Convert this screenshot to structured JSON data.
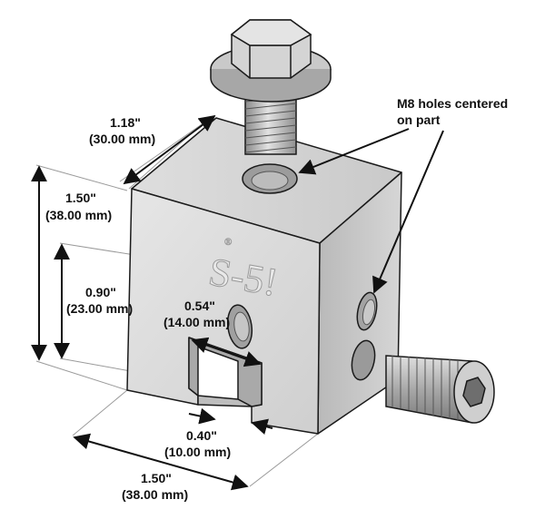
{
  "diagram": {
    "logo": "S-5!",
    "logo_mark": "®",
    "callout": {
      "line1": "M8 holes centered",
      "line2": "on part"
    },
    "dims": {
      "depth": {
        "imperial": "1.18\"",
        "metric": "(30.00 mm)"
      },
      "height": {
        "imperial": "1.50\"",
        "metric": "(38.00 mm)"
      },
      "slot_height": {
        "imperial": "0.90\"",
        "metric": "(23.00 mm)"
      },
      "slot_width": {
        "imperial": "0.54\"",
        "metric": "(14.00 mm)"
      },
      "gap": {
        "imperial": "0.40\"",
        "metric": "(10.00 mm)"
      },
      "width": {
        "imperial": "1.50\"",
        "metric": "(38.00 mm)"
      }
    },
    "colors": {
      "metal_light": "#dcdcdc",
      "metal_mid": "#c2c2c2",
      "metal_dark": "#9c9c9c",
      "outline": "#1a1a1a"
    }
  }
}
